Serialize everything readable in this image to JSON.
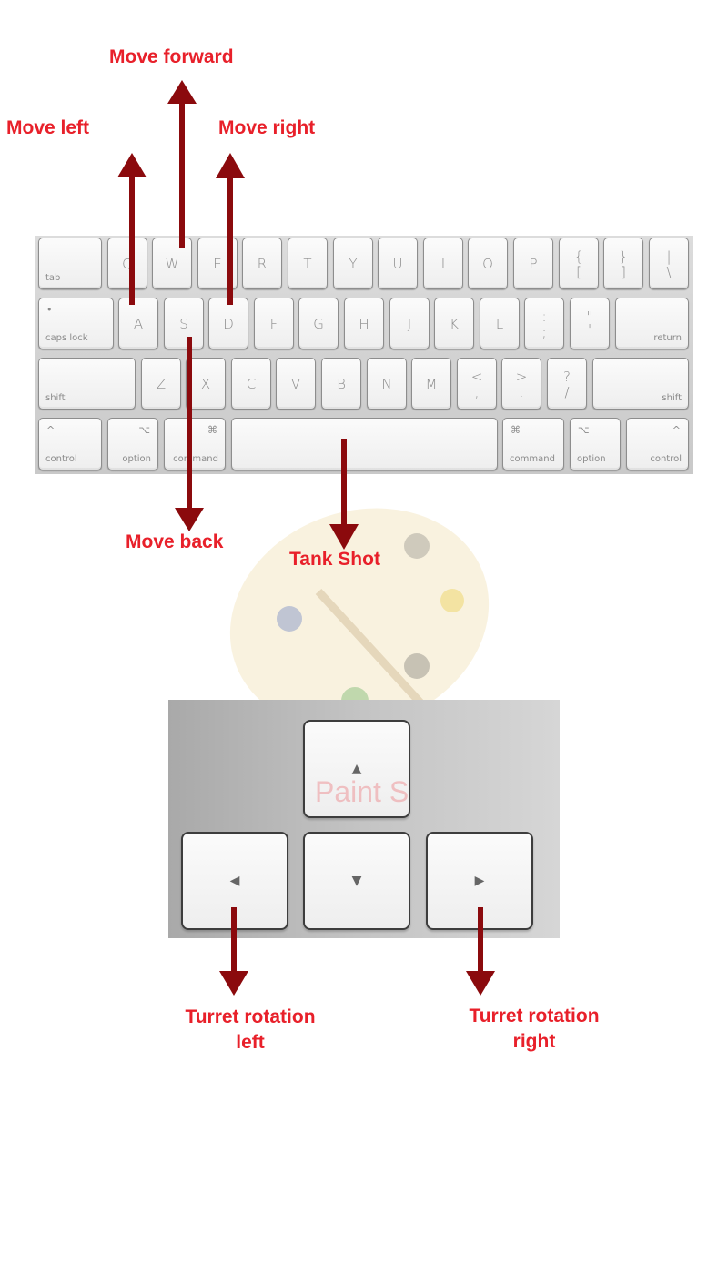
{
  "labels": {
    "move_forward": "Move forward",
    "move_left": "Move left",
    "move_right": "Move right",
    "move_back": "Move back",
    "tank_shot": "Tank Shot",
    "turret_left": [
      "Turret rotation",
      "left"
    ],
    "turret_right": [
      "Turret rotation",
      "right"
    ]
  },
  "keyboard": {
    "row1": {
      "tab": "tab",
      "letters": [
        "Q",
        "W",
        "E",
        "R",
        "T",
        "Y",
        "U",
        "I",
        "O",
        "P"
      ],
      "bracket_open": [
        "{",
        "["
      ],
      "bracket_close": [
        "}",
        "]"
      ],
      "pipe": [
        "|",
        "\\"
      ]
    },
    "row2": {
      "caps_lock": "caps lock",
      "letters": [
        "A",
        "S",
        "D",
        "F",
        "G",
        "H",
        "J",
        "K",
        "L"
      ],
      "semicolon": [
        ":",
        ";"
      ],
      "quote": [
        "\"",
        "'"
      ],
      "return": "return"
    },
    "row3": {
      "shift_left": "shift",
      "letters": [
        "Z",
        "X",
        "C",
        "V",
        "B",
        "N",
        "M"
      ],
      "comma": [
        "<",
        ","
      ],
      "period": [
        ">",
        "."
      ],
      "slash": [
        "?",
        "/"
      ],
      "shift_right": "shift"
    },
    "row4": {
      "control_left": [
        "^",
        "control"
      ],
      "option_left": [
        "⌥",
        "option"
      ],
      "command_left": [
        "⌘",
        "command"
      ],
      "command_right": [
        "⌘",
        "command"
      ],
      "option_right": [
        "⌥",
        "option"
      ],
      "control_right": [
        "^",
        "control"
      ]
    }
  },
  "arrow_keys": {
    "up": "▲",
    "left": "◀",
    "down": "▼",
    "right": "▶"
  },
  "watermark": {
    "text": "Paint S"
  },
  "colors": {
    "annotation_text": "#e8202a",
    "arrow": "#8b0a0d"
  }
}
